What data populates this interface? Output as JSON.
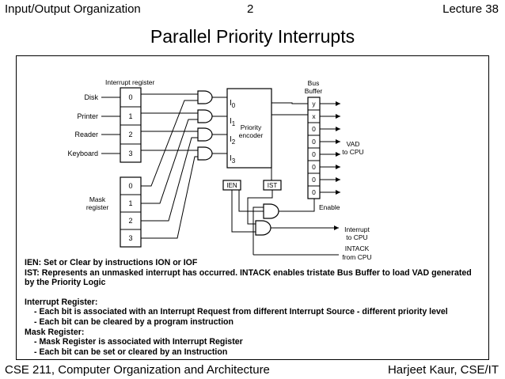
{
  "header": {
    "left": "Input/Output Organization",
    "center": "2",
    "right": "Lecture 38"
  },
  "title": "Parallel Priority Interrupts",
  "diagram": {
    "interrupt_register_label": "Interrupt register",
    "sources": [
      "Disk",
      "Printer",
      "Reader",
      "Keyboard"
    ],
    "interrupt_bits": [
      "0",
      "1",
      "2",
      "3"
    ],
    "mask_register_label": [
      "Mask",
      "register"
    ],
    "mask_bits": [
      "0",
      "1",
      "2",
      "3"
    ],
    "encoder_inputs": [
      {
        "main": "I",
        "sub": "0"
      },
      {
        "main": "I",
        "sub": "1"
      },
      {
        "main": "I",
        "sub": "2"
      },
      {
        "main": "I",
        "sub": "3"
      }
    ],
    "encoder_label": [
      "Priority",
      "encoder"
    ],
    "ien_label": "IEN",
    "ist_label": "IST",
    "bus_buffer_label": [
      "Bus",
      "Buffer"
    ],
    "bus_buffer_bits": [
      "y",
      "x",
      "0",
      "0",
      "0",
      "0",
      "0",
      "0"
    ],
    "vad_label": [
      "VAD",
      "to CPU"
    ],
    "enable_label": "Enable",
    "interrupt_to_cpu_label": [
      "Interrupt",
      "to CPU"
    ],
    "intack_label": [
      "INTACK",
      "from CPU"
    ]
  },
  "notes": {
    "ien": "IEN:    Set or Clear by instructions ION or IOF",
    "ist_line1": "IST:    Represents an unmasked interrupt has occurred. INTACK enables tristate Bus Buffer to load VAD generated",
    "ist_line2": "by the Priority Logic",
    "interrupt_register_heading": "Interrupt Register:",
    "interrupt_register_bullet1": "- Each bit is associated with an Interrupt Request from different Interrupt Source - different priority level",
    "interrupt_register_bullet2": "- Each bit can be cleared by a program instruction",
    "mask_register_heading": "Mask Register:",
    "mask_register_bullet1": "- Mask Register is associated with Interrupt Register",
    "mask_register_bullet2": "- Each bit can be set or cleared by an Instruction"
  },
  "footer": {
    "left": "CSE 211, Computer Organization and Architecture",
    "right": "Harjeet Kaur, CSE/IT"
  }
}
